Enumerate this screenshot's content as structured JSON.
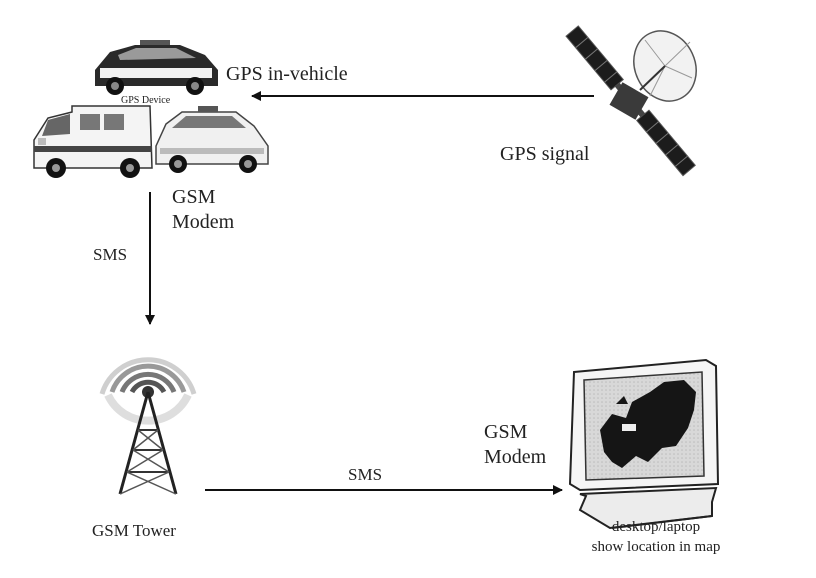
{
  "labels": {
    "gps_in_vehicle": "GPS in-vehicle",
    "gps_device": "GPS Device",
    "gps_signal": "GPS signal",
    "gsm_modem_top_line1": "GSM",
    "gsm_modem_top_line2": "Modem",
    "sms_vertical": "SMS",
    "gsm_tower": "GSM Tower",
    "sms_horizontal": "SMS",
    "gsm_modem_bottom_line1": "GSM",
    "gsm_modem_bottom_line2": "Modem",
    "desktop_line1": "desktop/laptop",
    "desktop_line2": "show location in map"
  },
  "icons": [
    "police-car-icon",
    "ambulance-icon",
    "taxi-car-icon",
    "satellite-icon",
    "gsm-tower-icon",
    "monitor-map-icon"
  ]
}
